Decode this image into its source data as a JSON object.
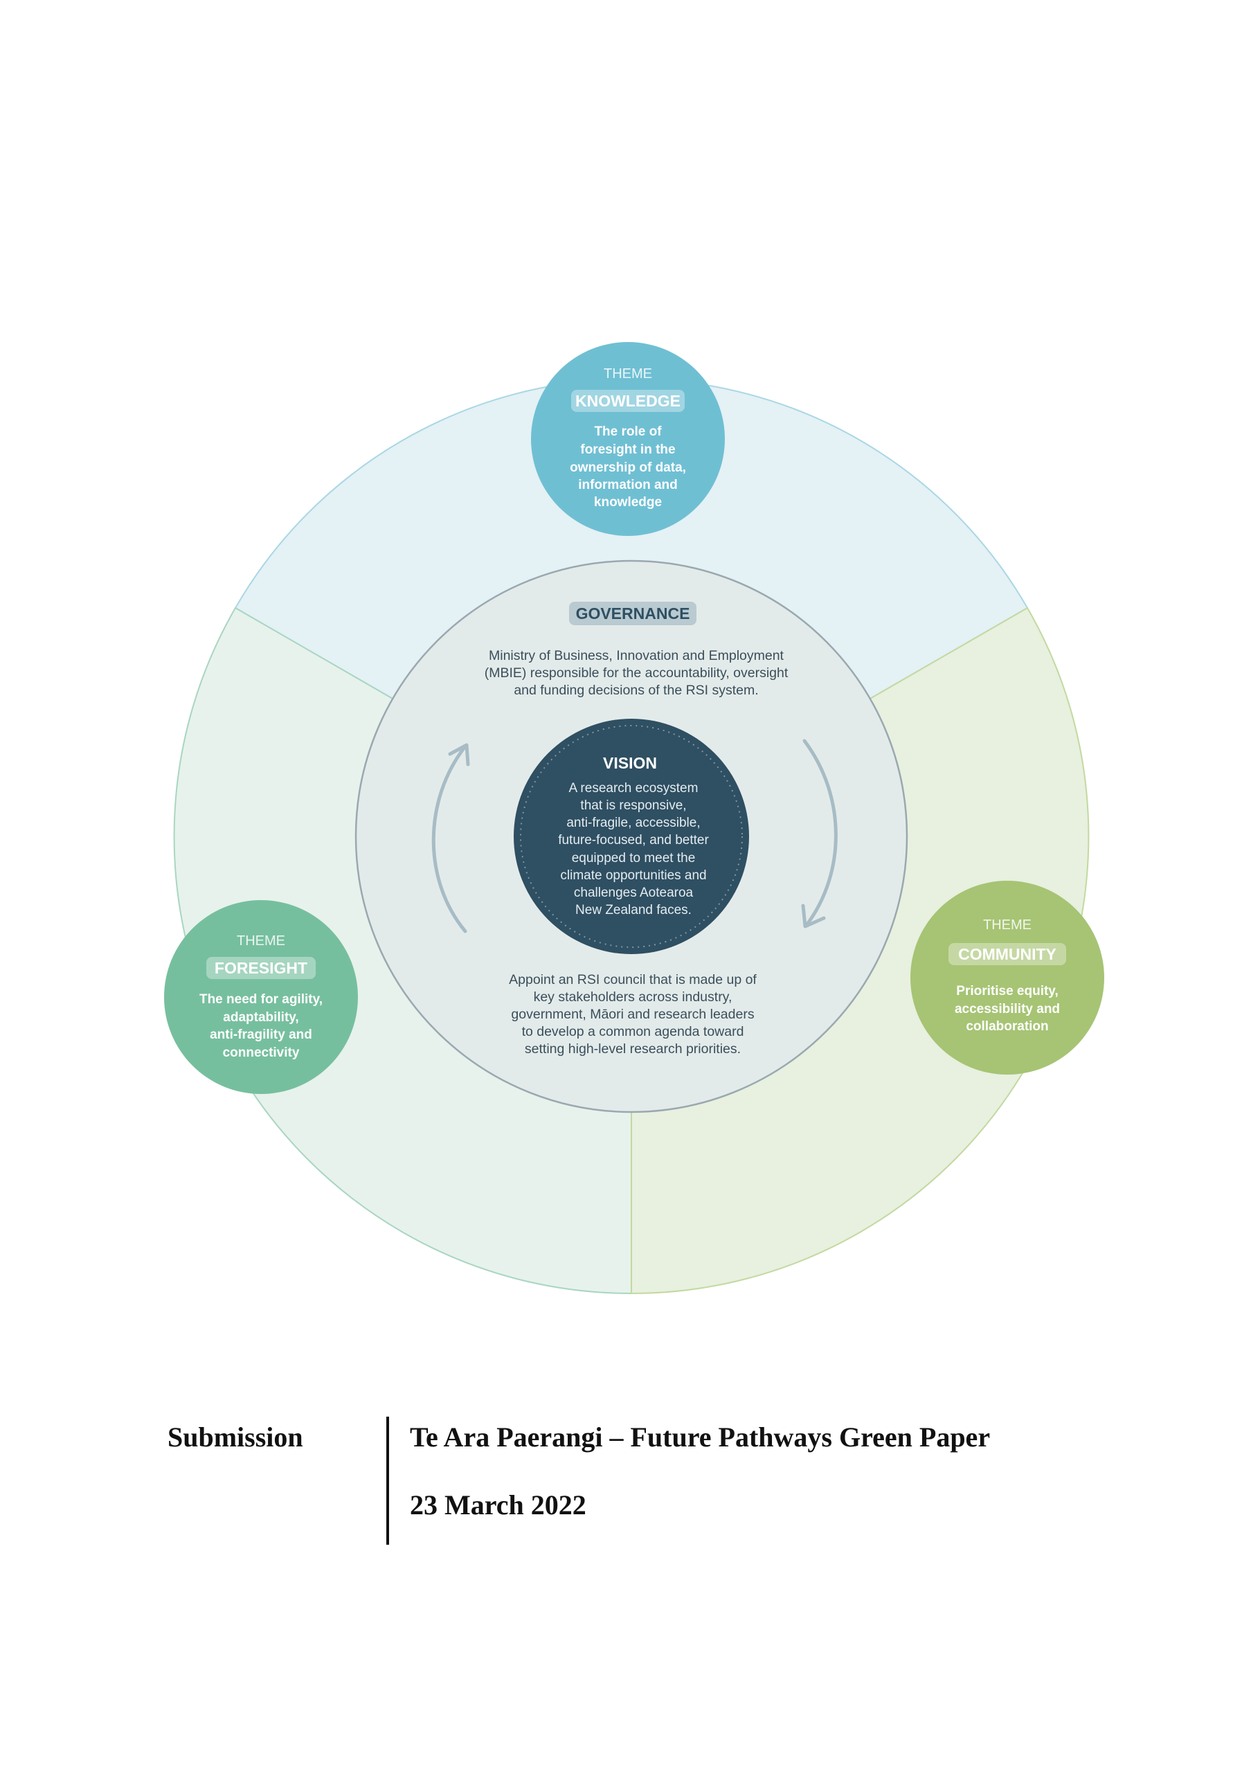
{
  "diagram": {
    "colors": {
      "knowledge": "#6fbfd3",
      "knowledge_segment": "#e4f1f5",
      "foresight": "#76bf9e",
      "foresight_segment": "#e7f2ec",
      "community": "#a6c474",
      "community_segment": "#e8f0df",
      "governance_fill": "#e3ebea",
      "vision": "#2f4f62"
    },
    "knowledge": {
      "label": "THEME",
      "name": "KNOWLEDGE",
      "lines": [
        "The role of",
        "foresight in the",
        "ownership of data,",
        "information and",
        "knowledge"
      ]
    },
    "foresight": {
      "label": "THEME",
      "name": "FORESIGHT",
      "lines": [
        "The need for agility,",
        "adaptability,",
        "anti-fragility and",
        "connectivity"
      ]
    },
    "community": {
      "label": "THEME",
      "name": "COMMUNITY",
      "lines": [
        "Prioritise equity,",
        "accessibility and",
        "collaboration"
      ]
    },
    "governance": {
      "name": "GOVERNANCE",
      "top_lines": [
        "Ministry of Business, Innovation and Employment",
        "(MBIE) responsible for the accountability, oversight",
        "and funding decisions of the RSI system."
      ],
      "bottom_lines": [
        "Appoint an RSI council that is made up of",
        "key stakeholders across industry,",
        "government, Māori and research leaders",
        "to develop a common agenda toward",
        "setting high-level research priorities."
      ]
    },
    "vision": {
      "name": "VISION",
      "lines": [
        "A research ecosystem",
        "that is responsive,",
        "anti-fragile, accessible,",
        "future-focused, and better",
        "equipped to meet the",
        "climate opportunities and",
        "challenges Aotearoa",
        "New Zealand faces."
      ]
    }
  },
  "footer": {
    "left": "Submission",
    "title": "Te Ara Paerangi – Future Pathways Green Paper",
    "date": "23 March 2022"
  }
}
